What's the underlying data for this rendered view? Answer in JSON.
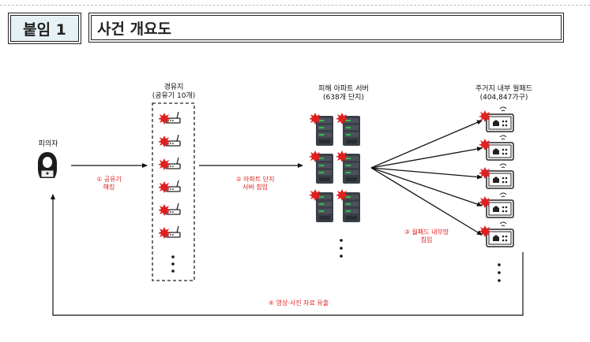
{
  "header": {
    "tag": "붙임 1",
    "title": "사건 개요도"
  },
  "nodes": {
    "suspect": "피의자",
    "router_group_line1": "경유지",
    "router_group_line2": "(공유기 10개)",
    "server_group_line1": "피해 아파트 서버",
    "server_group_line2": "(638개 단지)",
    "wallpad_group_line1": "주거지 내부 월패드",
    "wallpad_group_line2": "(404,847가구)"
  },
  "steps": {
    "s1_line1": "① 공유기",
    "s1_line2": "해킹",
    "s2_line1": "② 아파트 단지",
    "s2_line2": "서버 침입",
    "s3_line1": "③ 월패드 내부망",
    "s3_line2": "침입",
    "s4": "④ 영상·사진 자료 유출"
  },
  "colors": {
    "accent_red": "#e02020",
    "tag_bg": "#e6f1f5",
    "server_green": "#2fbf4a",
    "icon_dark": "#2a2a2a"
  },
  "icons": [
    "hacker-icon",
    "router-icon",
    "server-icon",
    "wallpad-icon",
    "alert-burst-icon"
  ]
}
